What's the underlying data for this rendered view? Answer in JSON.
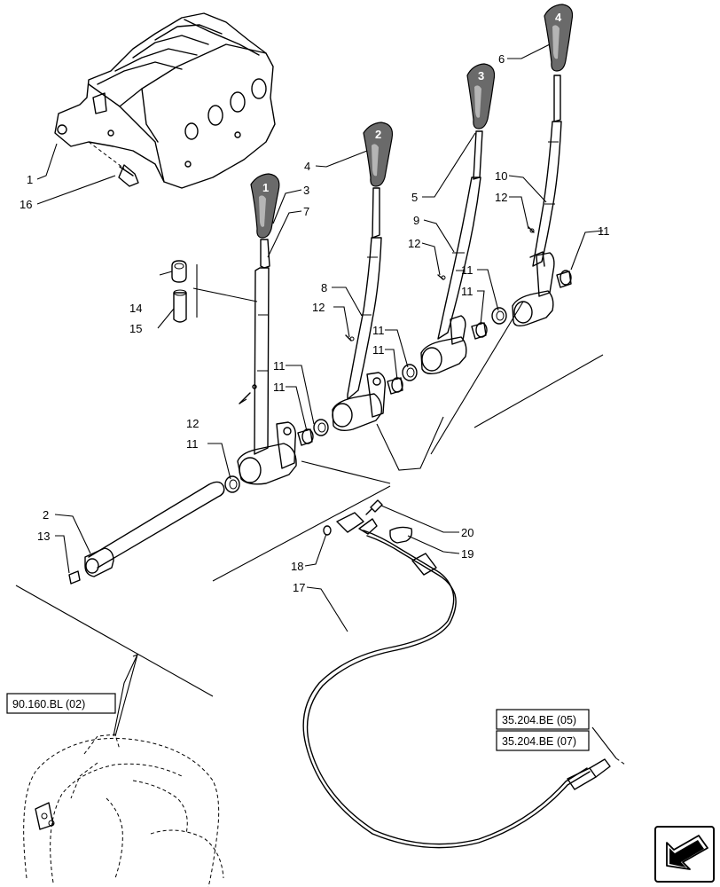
{
  "callouts": {
    "c1": "1",
    "c2": "2",
    "c3": "3",
    "c4": "4",
    "c5": "5",
    "c6": "6",
    "c7": "7",
    "c8": "8",
    "c9": "9",
    "c10": "10",
    "c11a": "11",
    "c11b": "11",
    "c11c": "11",
    "c11d": "11",
    "c11e": "11",
    "c11f": "11",
    "c11g": "11",
    "c12a": "12",
    "c12b": "12",
    "c12c": "12",
    "c12d": "12",
    "c13": "13",
    "c14": "14",
    "c15": "15",
    "c16": "16",
    "c17": "17",
    "c18": "18",
    "c19": "19",
    "c20": "20"
  },
  "knob_numbers": {
    "k1": "1",
    "k2": "2",
    "k3": "3",
    "k4": "4"
  },
  "references": {
    "ref1": "90.160.BL (02)",
    "ref2": "35.204.BE (05)",
    "ref3": "35.204.BE (07)"
  },
  "nav_icon": "arrow-down-left-icon"
}
